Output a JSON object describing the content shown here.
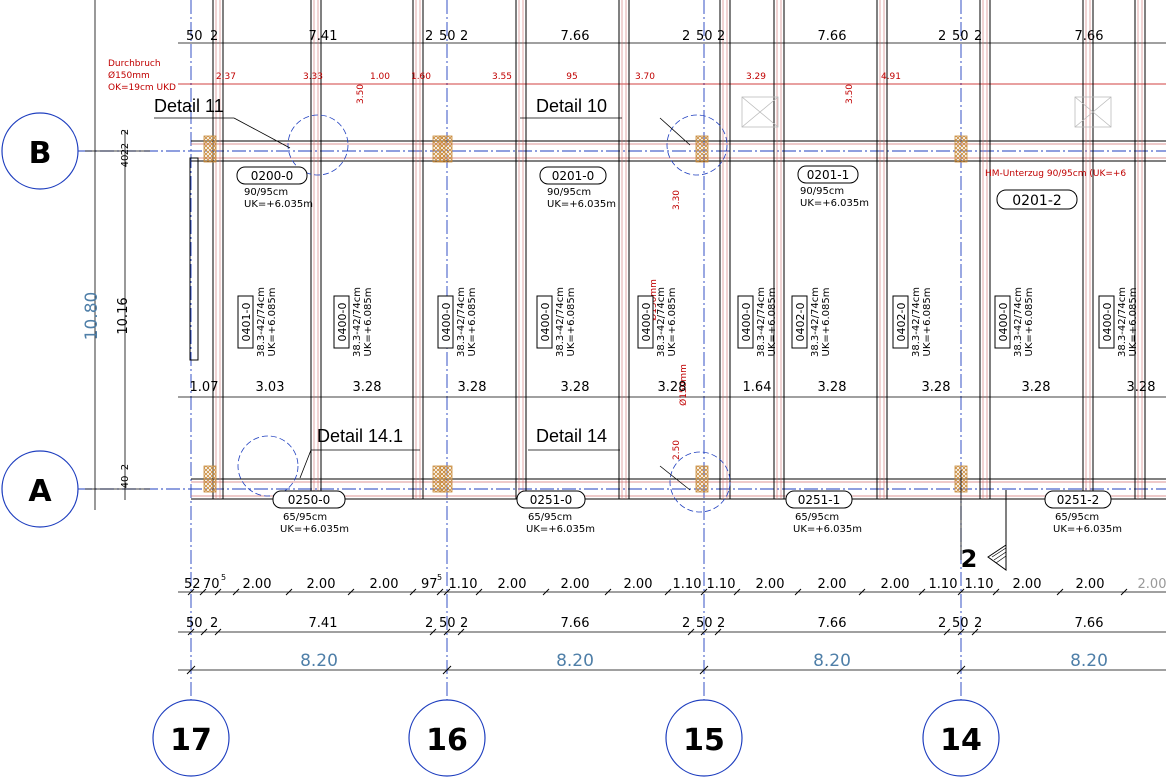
{
  "axes": {
    "rows": [
      "B",
      "A"
    ],
    "columns": [
      "17",
      "16",
      "15",
      "14"
    ],
    "overall_height": "10.80",
    "inner_height": "10.16",
    "col_bay": "8.20"
  },
  "dims": {
    "top_row1": [
      "50",
      "2",
      "7.41",
      "2",
      "50",
      "2",
      "7.66",
      "2",
      "50",
      "2",
      "7.66",
      "2",
      "50",
      "2",
      "7.66"
    ],
    "top_row2": [
      "2.37",
      "3.33",
      "1.00",
      "1.60",
      "3.55",
      "95",
      "3.70",
      "3.29",
      "4.91"
    ],
    "vertical": [
      "3.50",
      "3.50",
      "3.30",
      "2.50"
    ],
    "left_B": [
      "2",
      "40",
      "2",
      "2"
    ],
    "left_A": [
      "40",
      "2"
    ],
    "mid_row": [
      "1.07",
      "3.03",
      "3.28",
      "3.28",
      "3.28",
      "3.28",
      "1.64",
      "3.28",
      "3.28",
      "3.28",
      "3.28"
    ],
    "bottom_row1": [
      "52",
      "70",
      "5",
      "2.00",
      "2.00",
      "2.00",
      "97",
      "5",
      "1.10",
      "2.00",
      "2.00",
      "2.00",
      "1.10",
      "1.10",
      "2.00",
      "2.00",
      "2.00",
      "1.10",
      "1.10",
      "2.00",
      "2.00",
      "2.00"
    ],
    "bottom_row2": [
      "50",
      "2",
      "7.41",
      "2",
      "50",
      "2",
      "7.66",
      "2",
      "50",
      "2",
      "7.66",
      "2",
      "50",
      "2",
      "7.66"
    ],
    "bottom_row3": [
      "8.20",
      "8.20",
      "8.20",
      "8.20"
    ]
  },
  "notes": {
    "durchbruch": [
      "Durchbruch",
      "Ø150mm",
      "OK=19cm UKD"
    ],
    "hm": "HM-Unterzug 90/95cm (UK=+6",
    "pipe1": "Ø150mm",
    "pipe2": "Ø150mm"
  },
  "details": [
    "Detail 11",
    "Detail 10",
    "Detail 14.1",
    "Detail 14"
  ],
  "beams_top": [
    {
      "tag": "0200-0",
      "size": "90/95cm",
      "uk": "UK=+6.035m"
    },
    {
      "tag": "0201-0",
      "size": "90/95cm",
      "uk": "UK=+6.035m"
    },
    {
      "tag": "0201-1",
      "size": "90/95cm",
      "uk": "UK=+6.035m"
    },
    {
      "tag": "0201-2",
      "size": "",
      "uk": ""
    }
  ],
  "beams_bottom": [
    {
      "tag": "0250-0",
      "size": "65/95cm",
      "uk": "UK=+6.035m"
    },
    {
      "tag": "0251-0",
      "size": "65/95cm",
      "uk": "UK=+6.035m"
    },
    {
      "tag": "0251-1",
      "size": "65/95cm",
      "uk": "UK=+6.035m"
    },
    {
      "tag": "0251-2",
      "size": "65/95cm",
      "uk": "UK=+6.035m"
    }
  ],
  "joists": [
    {
      "tag": "0401-0",
      "spec": "38.3-42/74cm",
      "uk": "UK=+6.085m"
    },
    {
      "tag": "0400-0",
      "spec": "38.3-42/74cm",
      "uk": "UK=+6.085m"
    },
    {
      "tag": "0400-0",
      "spec": "38.3-42/74cm",
      "uk": "UK=+6.085m"
    },
    {
      "tag": "0400-0",
      "spec": "38.3-42/74cm",
      "uk": "UK=+6.085m"
    },
    {
      "tag": "0400-0",
      "spec": "38.3-42/74cm",
      "uk": "UK=+6.085m"
    },
    {
      "tag": "0400-0",
      "spec": "38.3-42/74cm",
      "uk": "UK=+6.085m"
    },
    {
      "tag": "0402-0",
      "spec": "38.3-42/74cm",
      "uk": "UK=+6.085m"
    },
    {
      "tag": "0402-0",
      "spec": "38.3-42/74cm",
      "uk": "UK=+6.085m"
    },
    {
      "tag": "0400-0",
      "spec": "38.3-42/74cm",
      "uk": "UK=+6.085m"
    },
    {
      "tag": "0400-0",
      "spec": "38.3-42/74cm",
      "uk": "UK=+6.085m"
    }
  ],
  "section": {
    "number": "2"
  },
  "colors": {
    "ink": "#000000",
    "dim_red": "#c00000",
    "axis_blue": "#1f3fbf",
    "label_blue": "#4f7fa8",
    "pink_outline": "#d07070",
    "hatch": "#c88a3a"
  }
}
